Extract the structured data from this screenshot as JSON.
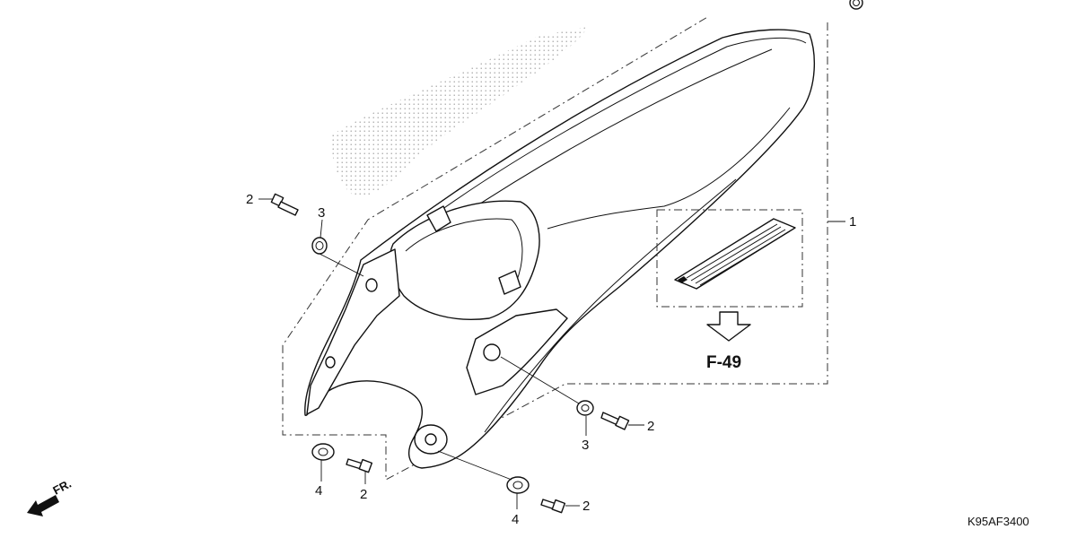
{
  "diagram": {
    "code": "K95AF3400",
    "section_ref": "F-49",
    "direction_label": "FR.",
    "callouts": [
      {
        "id": "c-1",
        "text": "1",
        "part": "rear-fender"
      },
      {
        "id": "c-2a",
        "text": "2",
        "part": "bolt-upper-left"
      },
      {
        "id": "c-3a",
        "text": "3",
        "part": "collar-upper-left"
      },
      {
        "id": "c-3b",
        "text": "3",
        "part": "collar-right"
      },
      {
        "id": "c-2b",
        "text": "2",
        "part": "bolt-right"
      },
      {
        "id": "c-4a",
        "text": "4",
        "part": "washer-lower-left"
      },
      {
        "id": "c-2c",
        "text": "2",
        "part": "bolt-lower-left"
      },
      {
        "id": "c-4b",
        "text": "4",
        "part": "washer-lower-right"
      },
      {
        "id": "c-2d",
        "text": "2",
        "part": "bolt-lower-right"
      }
    ]
  }
}
